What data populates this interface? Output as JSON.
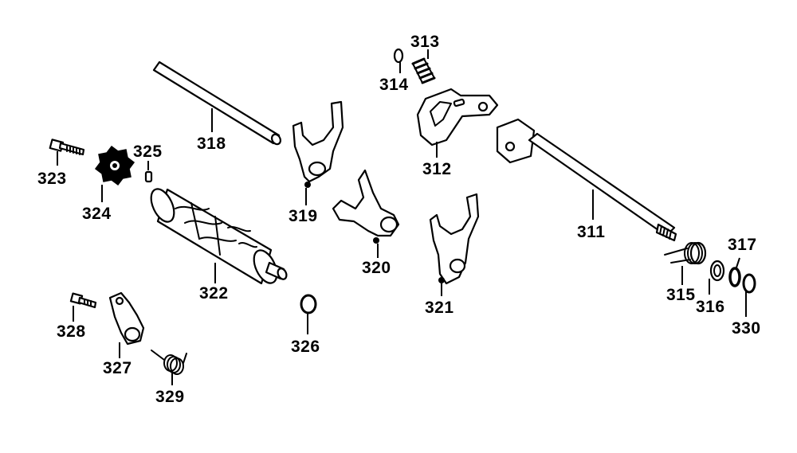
{
  "labels": {
    "p311": "311",
    "p312": "312",
    "p313": "313",
    "p314": "314",
    "p315": "315",
    "p316": "316",
    "p317": "317",
    "p318": "318",
    "p319": "319",
    "p320": "320",
    "p321": "321",
    "p322": "322",
    "p323": "323",
    "p324": "324",
    "p325": "325",
    "p326": "326",
    "p327": "327",
    "p328": "328",
    "p329": "329",
    "p330": "330"
  }
}
